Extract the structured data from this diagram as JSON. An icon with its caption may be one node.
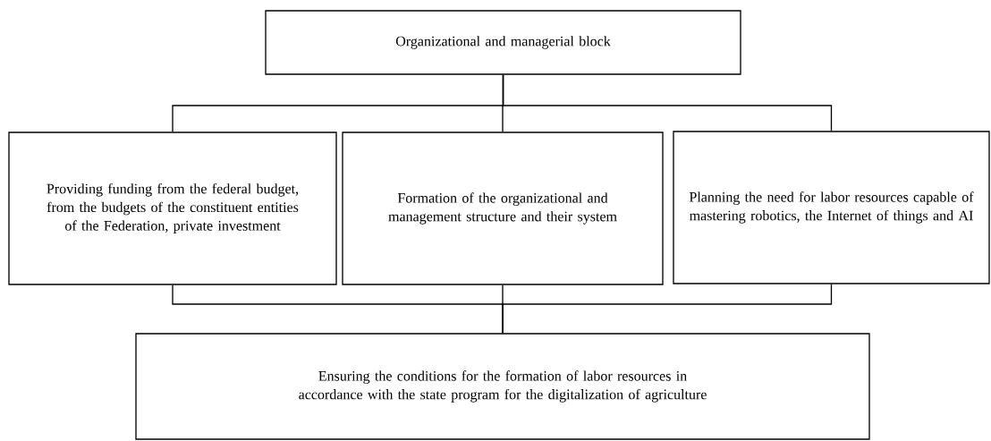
{
  "diagram": {
    "nodes": [
      {
        "text": [
          "Organizational and managerial block"
        ]
      },
      {
        "text": [
          "Providing funding from the federal budget, from the budgets of the constituent entities of the Federation, private investment"
        ]
      },
      {
        "text": [
          "Formation of the organizational and management structure and their system"
        ]
      },
      {
        "text": [
          "Planning the need for labor resources capable of mastering robotics, the Internet of things and AI"
        ]
      },
      {
        "text": [
          "Ensuring the conditions for the formation of labor resources in accordance with the state program for the digitalization of agriculture"
        ]
      }
    ],
    "edges": [
      {
        "from": 0,
        "to": 1,
        "arrow": "none"
      },
      {
        "from": 0,
        "to": 2,
        "arrow": "none"
      },
      {
        "from": 0,
        "to": 3,
        "arrow": "none"
      },
      {
        "from": 1,
        "to": 4,
        "arrow": "none"
      },
      {
        "from": 2,
        "to": 4,
        "arrow": "none"
      },
      {
        "from": 3,
        "to": 4,
        "arrow": "none"
      }
    ]
  }
}
